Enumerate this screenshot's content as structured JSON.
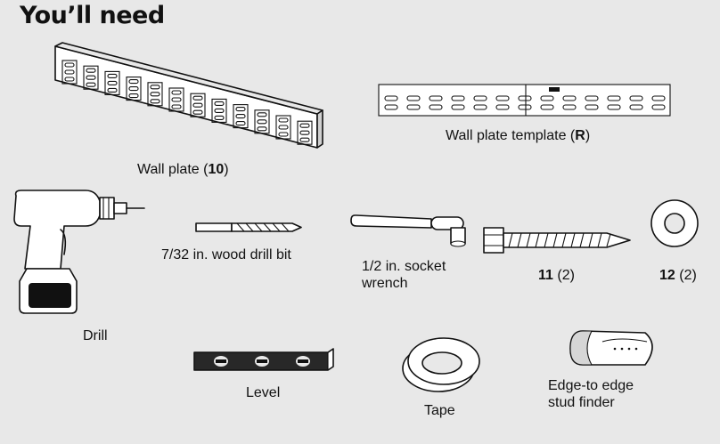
{
  "heading": "You’ll need",
  "items": {
    "wall_plate": {
      "name": "Wall plate",
      "ref": "10"
    },
    "template": {
      "name": "Wall plate template",
      "ref": "R"
    },
    "drill": {
      "name": "Drill"
    },
    "drill_bit": {
      "name": "7/32 in. wood drill bit"
    },
    "socket_wrench": {
      "line1": "1/2 in. socket",
      "line2": "wrench"
    },
    "lag_bolt": {
      "ref": "11",
      "qty": "(2)"
    },
    "washer": {
      "ref": "12",
      "qty": "(2)"
    },
    "level": {
      "name": "Level"
    },
    "tape": {
      "name": "Tape"
    },
    "stud_finder": {
      "line1": "Edge-to edge",
      "line2": "stud finder"
    }
  }
}
